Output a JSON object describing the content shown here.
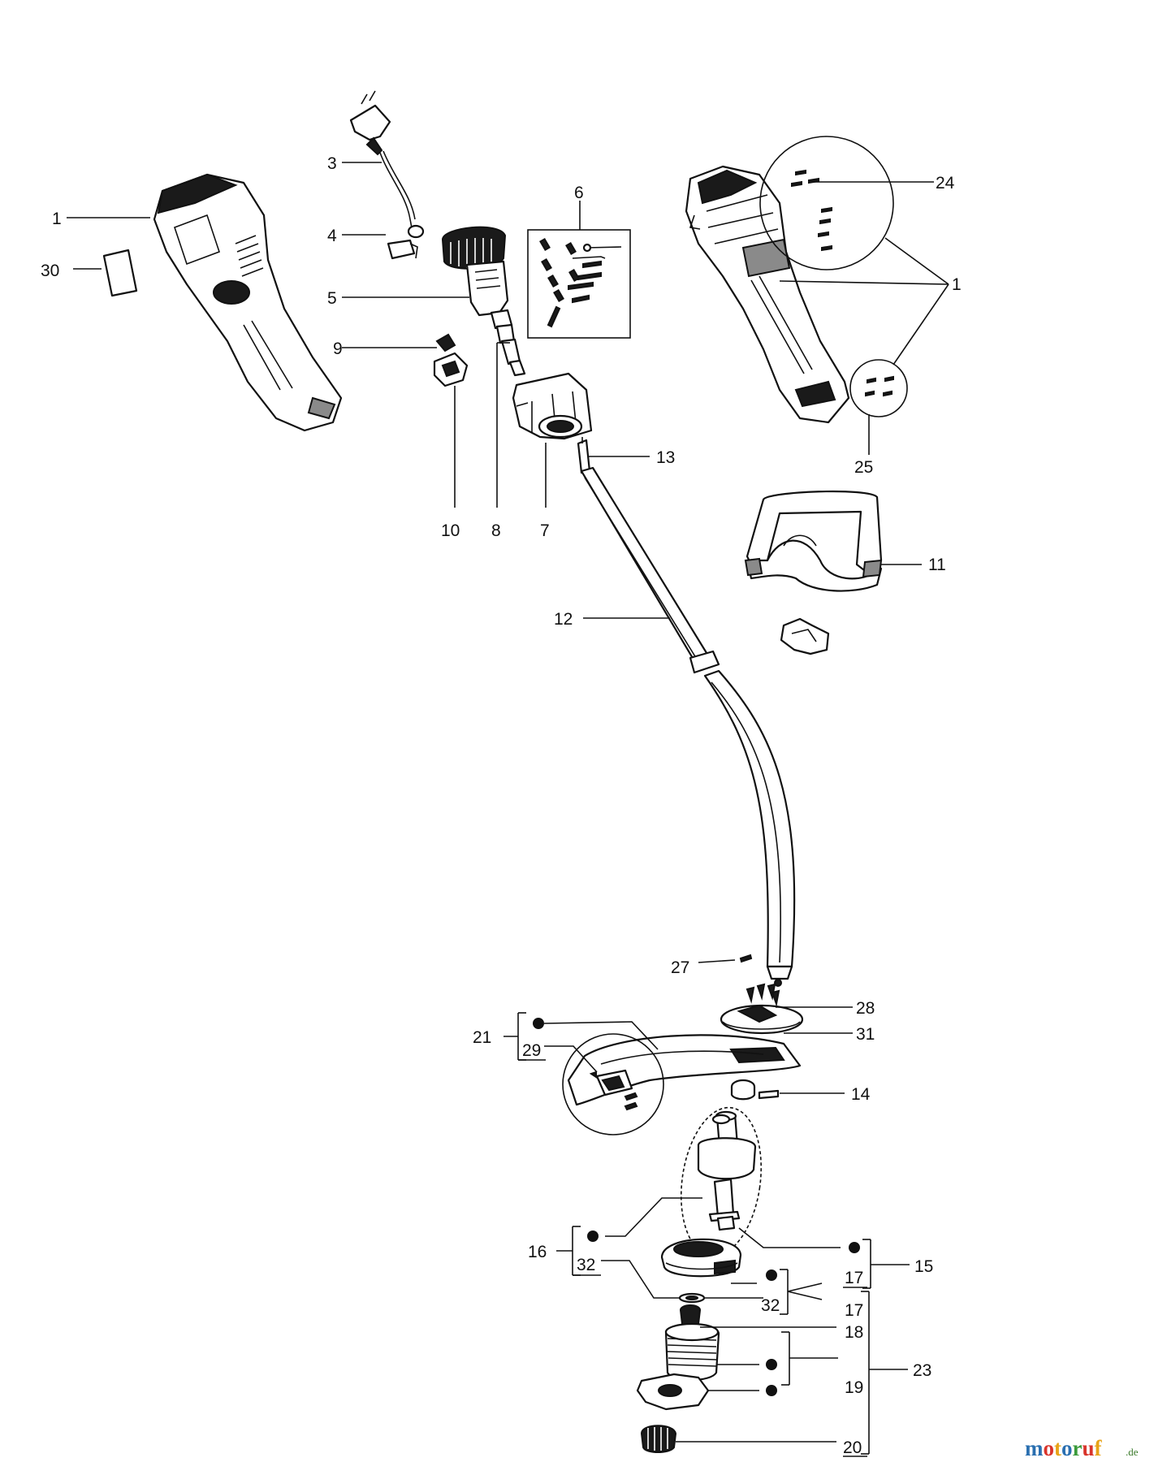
{
  "labels": {
    "l1a": "1",
    "l1b": "1",
    "l3": "3",
    "l4": "4",
    "l5": "5",
    "l6": "6",
    "l7": "7",
    "l8": "8",
    "l9": "9",
    "l10": "10",
    "l11": "11",
    "l12": "12",
    "l13": "13",
    "l14": "14",
    "l15": "15",
    "l16": "16",
    "l17a": "17",
    "l17b": "17",
    "l18": "18",
    "l19": "19",
    "l20": "20",
    "l21": "21",
    "l23": "23",
    "l24": "24",
    "l25": "25",
    "l27": "27",
    "l28": "28",
    "l29": "29",
    "l30": "30",
    "l31": "31",
    "l32a": "32",
    "l32b": "32"
  },
  "watermark": {
    "brand": "motoruf",
    "suffix": ".de",
    "colors": [
      "#2a6fb0",
      "#d9342b",
      "#e8a317",
      "#2a6fb0",
      "#3a9a3a",
      "#d9342b",
      "#e8a317"
    ]
  }
}
